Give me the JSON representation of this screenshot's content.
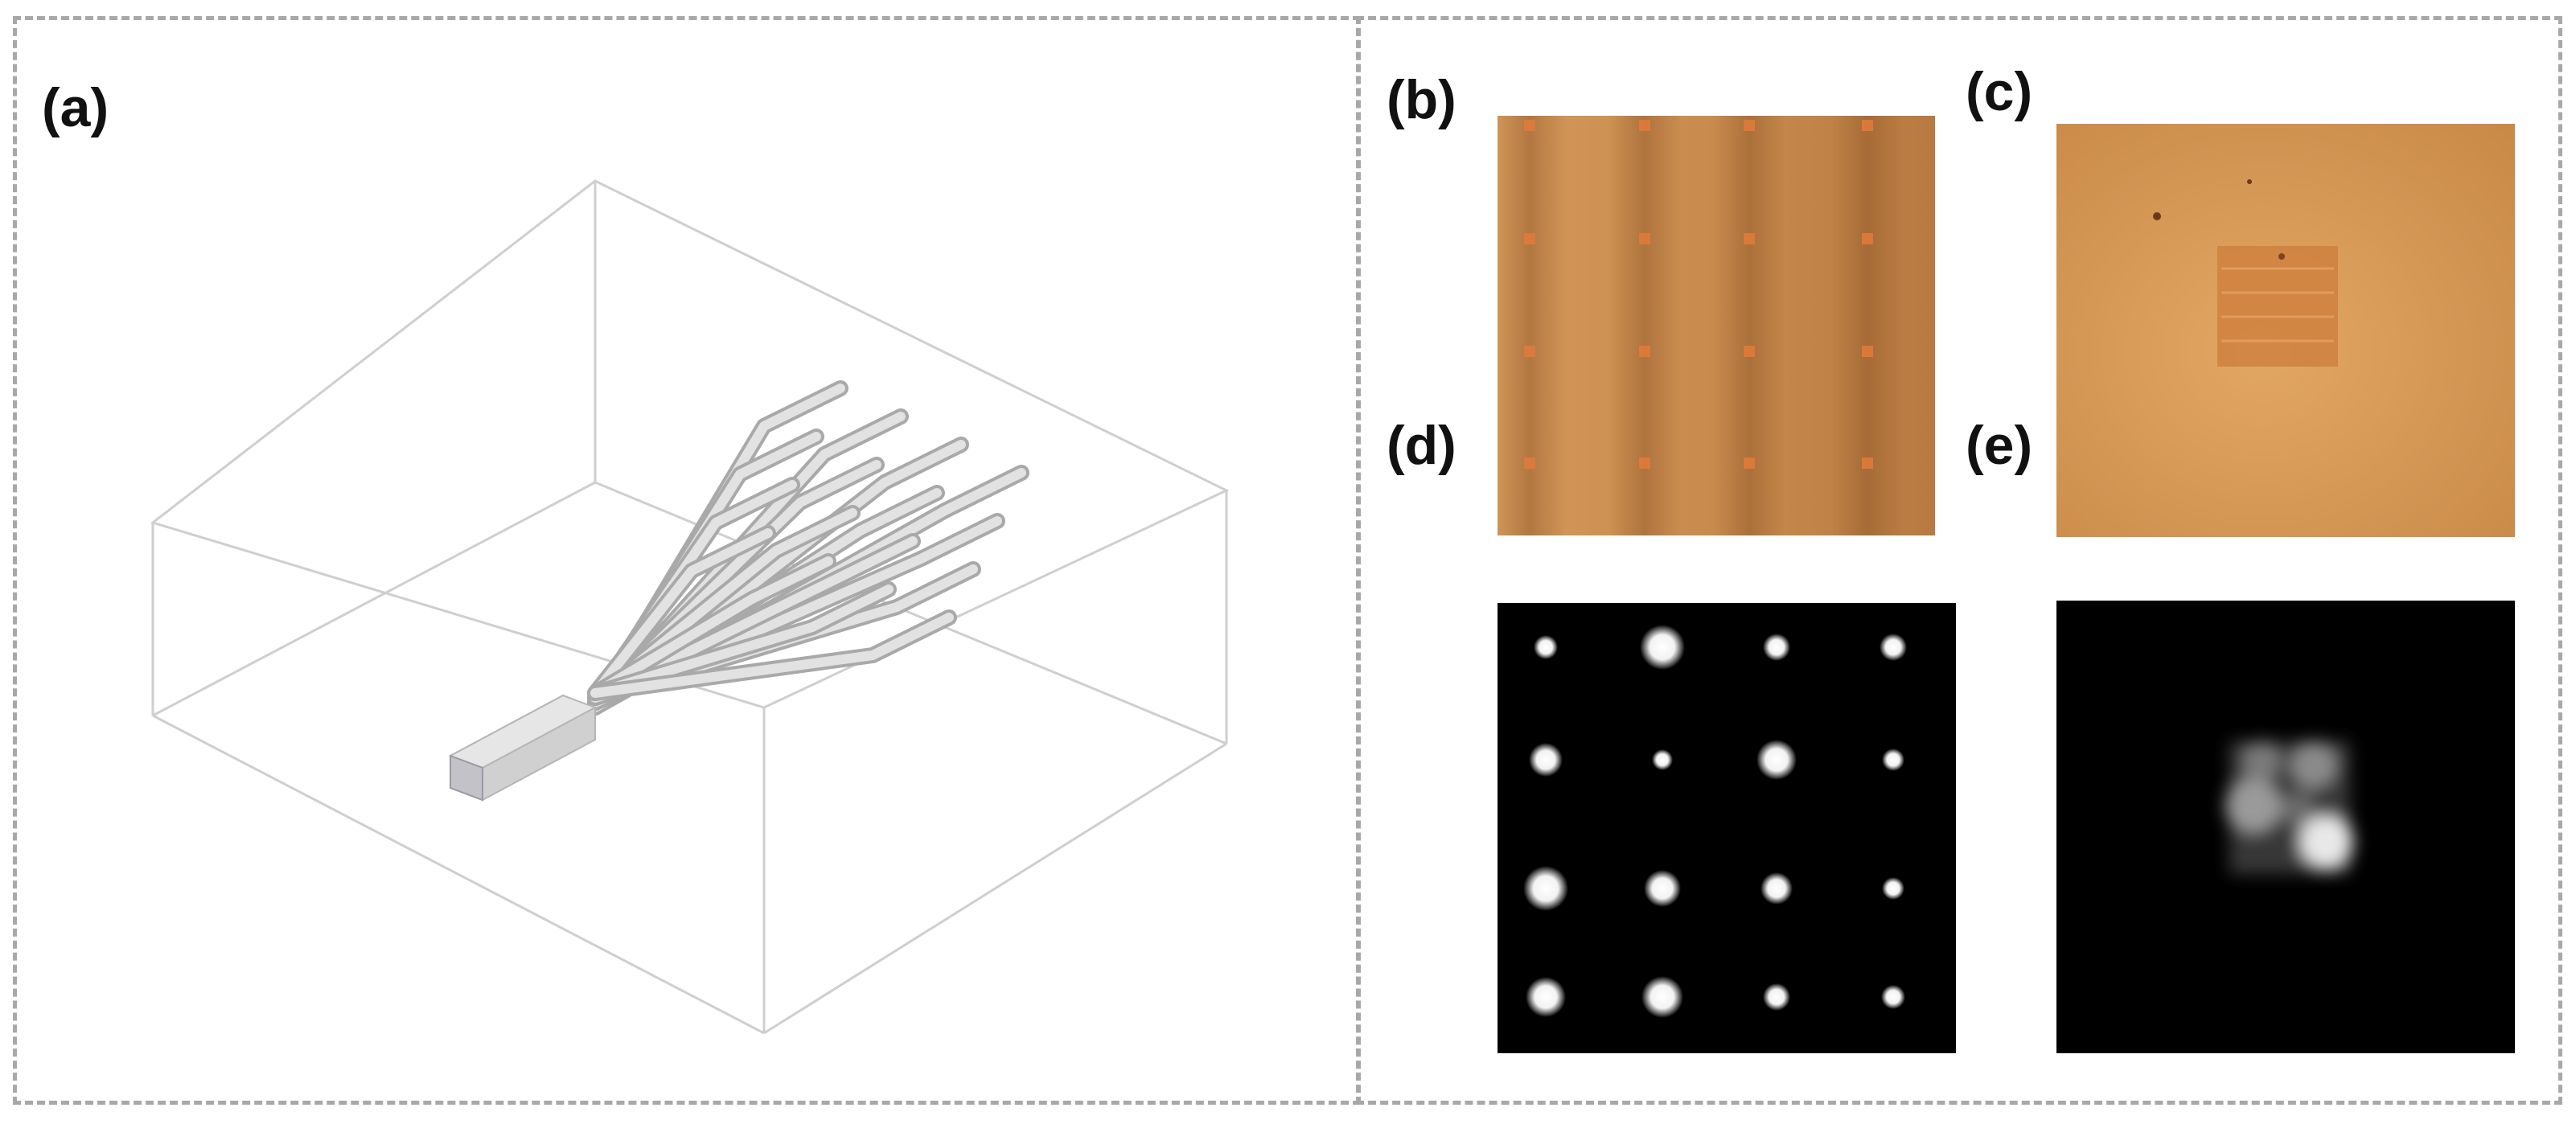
{
  "labels": {
    "a": "(a)",
    "b": "(b)",
    "c": "(c)",
    "d": "(d)",
    "e": "(e)"
  },
  "colors": {
    "frame_border": "#a8a8a8",
    "box_line": "#c8c8c8",
    "waveguide": "#c2c2c2",
    "sample_brown": "#c98a4a",
    "sample_orange": "#d6974f",
    "spot": "#ffffff",
    "dark_background": "#000000"
  },
  "icons": {
    "panel_a": "3d-waveguide-fan-out-diagram",
    "panel_b": "4x4-waveguide-facet-micrograph",
    "panel_c": "square-bundle-facet-micrograph",
    "panel_d": "4x4-output-spot-array",
    "panel_e": "single-output-mode-pattern"
  },
  "spot_grid": {
    "rows": 4,
    "cols": 4,
    "relative_intensity": [
      [
        0.35,
        1.0,
        0.45,
        0.45
      ],
      [
        0.65,
        0.25,
        0.85,
        0.3
      ],
      [
        1.0,
        0.75,
        0.6,
        0.3
      ],
      [
        0.85,
        0.9,
        0.45,
        0.35
      ]
    ]
  }
}
